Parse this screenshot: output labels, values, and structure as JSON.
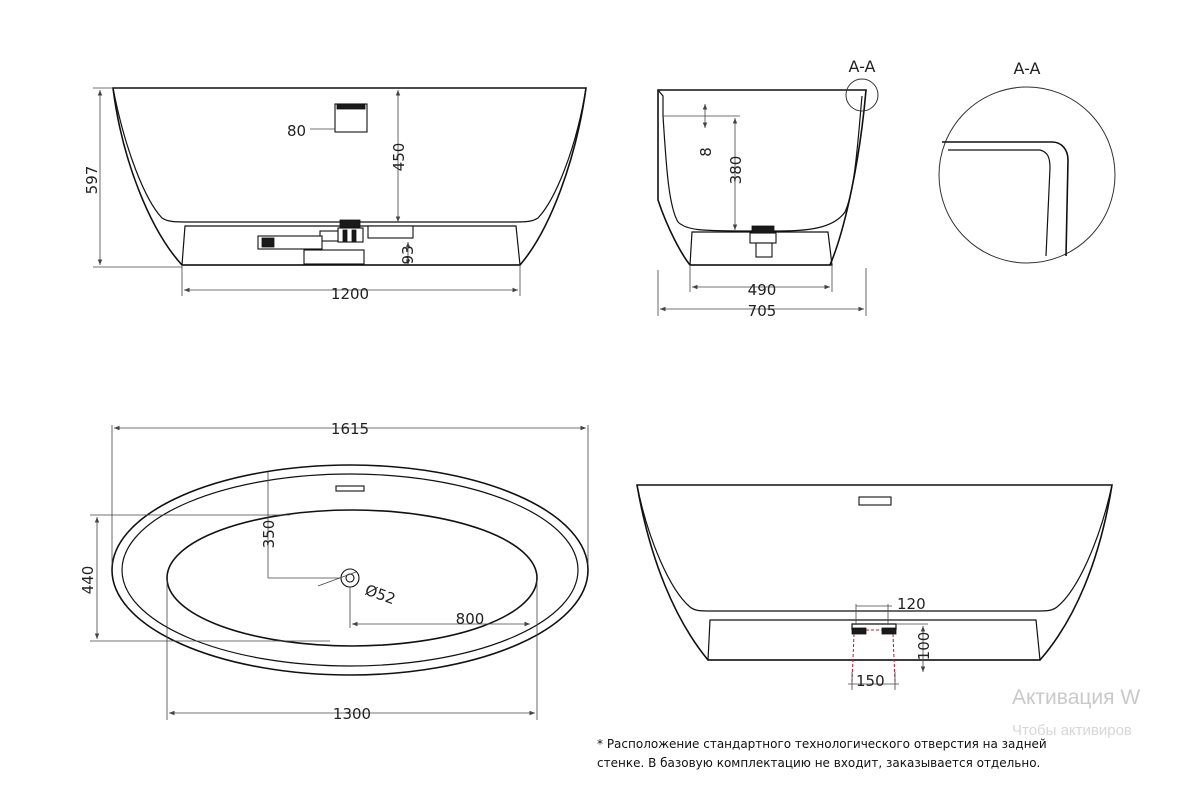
{
  "section_labels": {
    "marker": "A-A",
    "detail": "A-A"
  },
  "front_view": {
    "overflow_label": "80",
    "overflow_depth": "450",
    "overall_height": "597",
    "drain_height": "93",
    "base_length": "1200"
  },
  "side_view": {
    "rim_label": "8",
    "inner_height": "380",
    "base_width": "490",
    "overall_width": "705"
  },
  "plan_view": {
    "overall_length": "1615",
    "overall_width": "440",
    "drain_offset_y": "350",
    "drain_diameter": "Ø52",
    "drain_offset_x": "800",
    "inner_length": "1300"
  },
  "rear_view": {
    "hole_width": "120",
    "hole_height": "100",
    "hole_spacing": "150"
  },
  "note": {
    "line1": "* Расположение стандартного технологического отверстия на задней",
    "line2": "стенке. В базовую комплектацию не входит, заказывается отдельно."
  },
  "watermark": {
    "title": "Активация W",
    "subtitle": "Чтобы активиров"
  }
}
